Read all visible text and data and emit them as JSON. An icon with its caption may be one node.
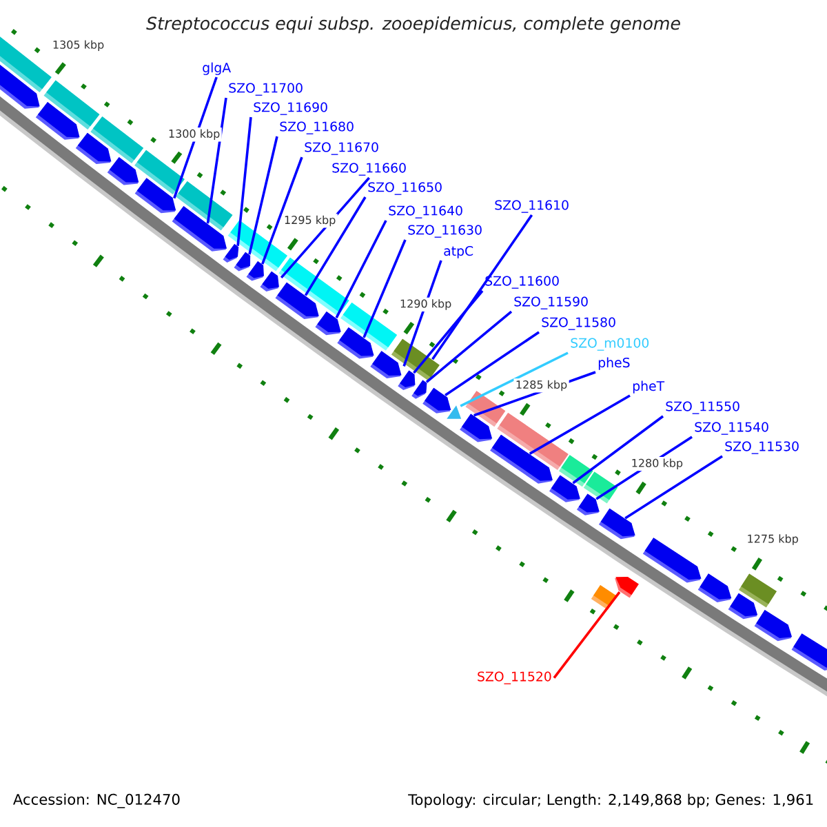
{
  "diagram": {
    "title": "Streptococcus equi subsp. zooepidemicus, complete genome",
    "nodes": [
      {
        "text": [
          "glgA"
        ]
      },
      {
        "text": [
          "SZO_11700"
        ]
      },
      {
        "text": [
          "SZO_11690"
        ]
      },
      {
        "text": [
          "SZO_11680"
        ]
      },
      {
        "text": [
          "SZO_11670"
        ]
      },
      {
        "text": [
          "SZO_11660"
        ]
      },
      {
        "text": [
          "SZO_11650"
        ]
      },
      {
        "text": [
          "SZO_11640"
        ]
      },
      {
        "text": [
          "SZO_11630"
        ]
      },
      {
        "text": [
          "atpC"
        ]
      },
      {
        "text": [
          "SZO_11610"
        ]
      },
      {
        "text": [
          "SZO_11600"
        ]
      },
      {
        "text": [
          "SZO_11590"
        ]
      },
      {
        "text": [
          "SZO_11580"
        ]
      },
      {
        "text": [
          "SZO_m0100"
        ]
      },
      {
        "text": [
          "pheS"
        ]
      },
      {
        "text": [
          "pheT"
        ]
      },
      {
        "text": [
          "SZO_11550"
        ]
      },
      {
        "text": [
          "SZO_11540"
        ]
      },
      {
        "text": [
          "SZO_11530"
        ]
      },
      {
        "text": [
          "SZO_11520"
        ]
      },
      {
        "text": [],
        "shape": "box"
      },
      {
        "text": [],
        "shape": "pentagon"
      },
      {
        "text": [],
        "shape": "box"
      },
      {
        "text": [],
        "shape": "pentagon"
      },
      {
        "text": [],
        "shape": "pentagon"
      },
      {
        "text": [],
        "shape": "box"
      },
      {
        "text": [],
        "shape": "pentagon"
      },
      {
        "text": [],
        "shape": "box"
      },
      {
        "text": [],
        "shape": "pentagon"
      },
      {
        "text": [],
        "shape": "box"
      },
      {
        "text": [],
        "shape": "pentagon"
      },
      {
        "text": [],
        "shape": "box"
      },
      {
        "text": [],
        "shape": "pentagon"
      },
      {
        "text": [],
        "shape": "pentagon"
      },
      {
        "text": [],
        "shape": "pentagon"
      },
      {
        "text": [],
        "shape": "pentagon"
      },
      {
        "text": [],
        "shape": "box"
      },
      {
        "text": [],
        "shape": "pentagon"
      },
      {
        "text": [],
        "shape": "pentagon"
      },
      {
        "text": [],
        "shape": "box"
      },
      {
        "text": [],
        "shape": "pentagon"
      },
      {
        "text": [],
        "shape": "pentagon"
      },
      {
        "text": [],
        "shape": "box"
      },
      {
        "text": [],
        "shape": "pentagon"
      },
      {
        "text": [],
        "shape": "pentagon"
      },
      {
        "text": [],
        "shape": "pentagon"
      },
      {
        "text": [],
        "shape": "triangle"
      },
      {
        "text": [],
        "shape": "box"
      },
      {
        "text": [],
        "shape": "pentagon"
      },
      {
        "text": [],
        "shape": "box"
      },
      {
        "text": [],
        "shape": "pentagon"
      },
      {
        "text": [],
        "shape": "box"
      },
      {
        "text": [],
        "shape": "pentagon"
      },
      {
        "text": [],
        "shape": "box"
      },
      {
        "text": [],
        "shape": "pentagon"
      },
      {
        "text": [],
        "shape": "pentagon"
      },
      {
        "text": [],
        "shape": "box"
      },
      {
        "text": [],
        "shape": "pentagon"
      },
      {
        "text": [],
        "shape": "pentagon"
      },
      {
        "text": [],
        "shape": "pentagon"
      },
      {
        "text": [],
        "shape": "box"
      },
      {
        "text": [],
        "shape": "pentagon"
      },
      {
        "text": [],
        "shape": "pentagon"
      },
      {
        "text": [],
        "shape": "pentagon"
      }
    ],
    "edges": [
      {
        "from": 0,
        "to": 29,
        "arrow": "none"
      },
      {
        "from": 1,
        "to": 31,
        "arrow": "none"
      },
      {
        "from": 2,
        "to": 33,
        "arrow": "none"
      },
      {
        "from": 3,
        "to": 34,
        "arrow": "none"
      },
      {
        "from": 4,
        "to": 35,
        "arrow": "none"
      },
      {
        "from": 5,
        "to": 36,
        "arrow": "none"
      },
      {
        "from": 6,
        "to": 38,
        "arrow": "none"
      },
      {
        "from": 7,
        "to": 39,
        "arrow": "none"
      },
      {
        "from": 8,
        "to": 41,
        "arrow": "none"
      },
      {
        "from": 9,
        "to": 42,
        "arrow": "none"
      },
      {
        "from": 10,
        "to": 43,
        "arrow": "none"
      },
      {
        "from": 11,
        "to": 44,
        "arrow": "none"
      },
      {
        "from": 12,
        "to": 45,
        "arrow": "none"
      },
      {
        "from": 13,
        "to": 46,
        "arrow": "none"
      },
      {
        "from": 14,
        "to": 47,
        "arrow": "none",
        "color": "#33ccff"
      },
      {
        "from": 15,
        "to": 49,
        "arrow": "none"
      },
      {
        "from": 16,
        "to": 51,
        "arrow": "none"
      },
      {
        "from": 17,
        "to": 53,
        "arrow": "none"
      },
      {
        "from": 18,
        "to": 55,
        "arrow": "none"
      },
      {
        "from": 19,
        "to": 56,
        "arrow": "none"
      },
      {
        "from": 20,
        "to": 58,
        "arrow": "none",
        "color": "#ff0000"
      }
    ],
    "labels": [
      "1305 kbp",
      "1300 kbp",
      "1295 kbp",
      "1290 kbp",
      "1285 kbp",
      "1280 kbp",
      "1275 kbp",
      "Accession: NC_012470",
      "Topology: circular; Length: 2,149,868 bp; Genes: 1,961"
    ]
  }
}
